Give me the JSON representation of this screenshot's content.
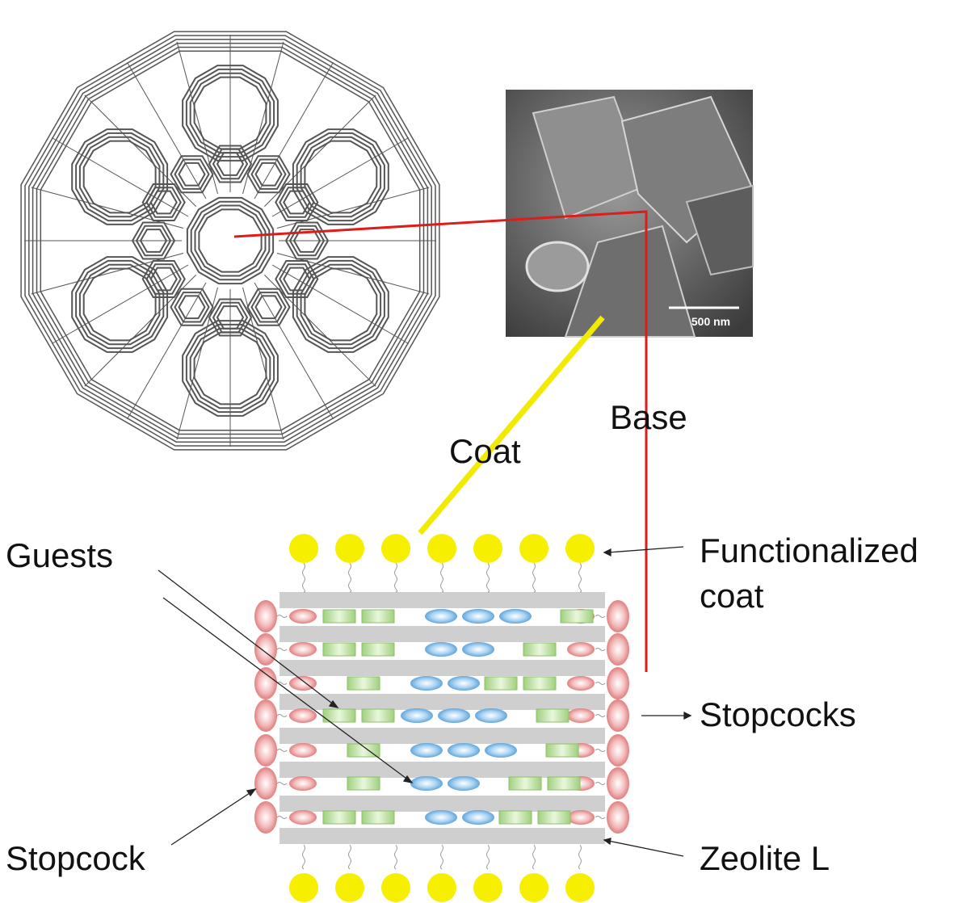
{
  "labels": {
    "base": "Base",
    "coat": "Coat",
    "guests": "Guests",
    "functionalized_coat_line1": "Functionalized",
    "functionalized_coat_line2": "coat",
    "stopcocks": "Stopcocks",
    "stopcock": "Stopcock",
    "zeolite_l": "Zeolite L"
  },
  "sem_image": {
    "scale_bar_text": "500 nm"
  },
  "colors": {
    "base_line": "#dd1c1c",
    "coat_line": "#f2ea00",
    "coat_sphere": "#f7ef00",
    "channel_wall": "#cfcfcf",
    "stopcock": "#e99a9a",
    "guest_green": "#bfe3a3",
    "guest_blue": "#8fc4ea",
    "framework_stroke": "#555555"
  },
  "icons": [
    "framework-structure-icon",
    "sem-micrograph-icon"
  ]
}
